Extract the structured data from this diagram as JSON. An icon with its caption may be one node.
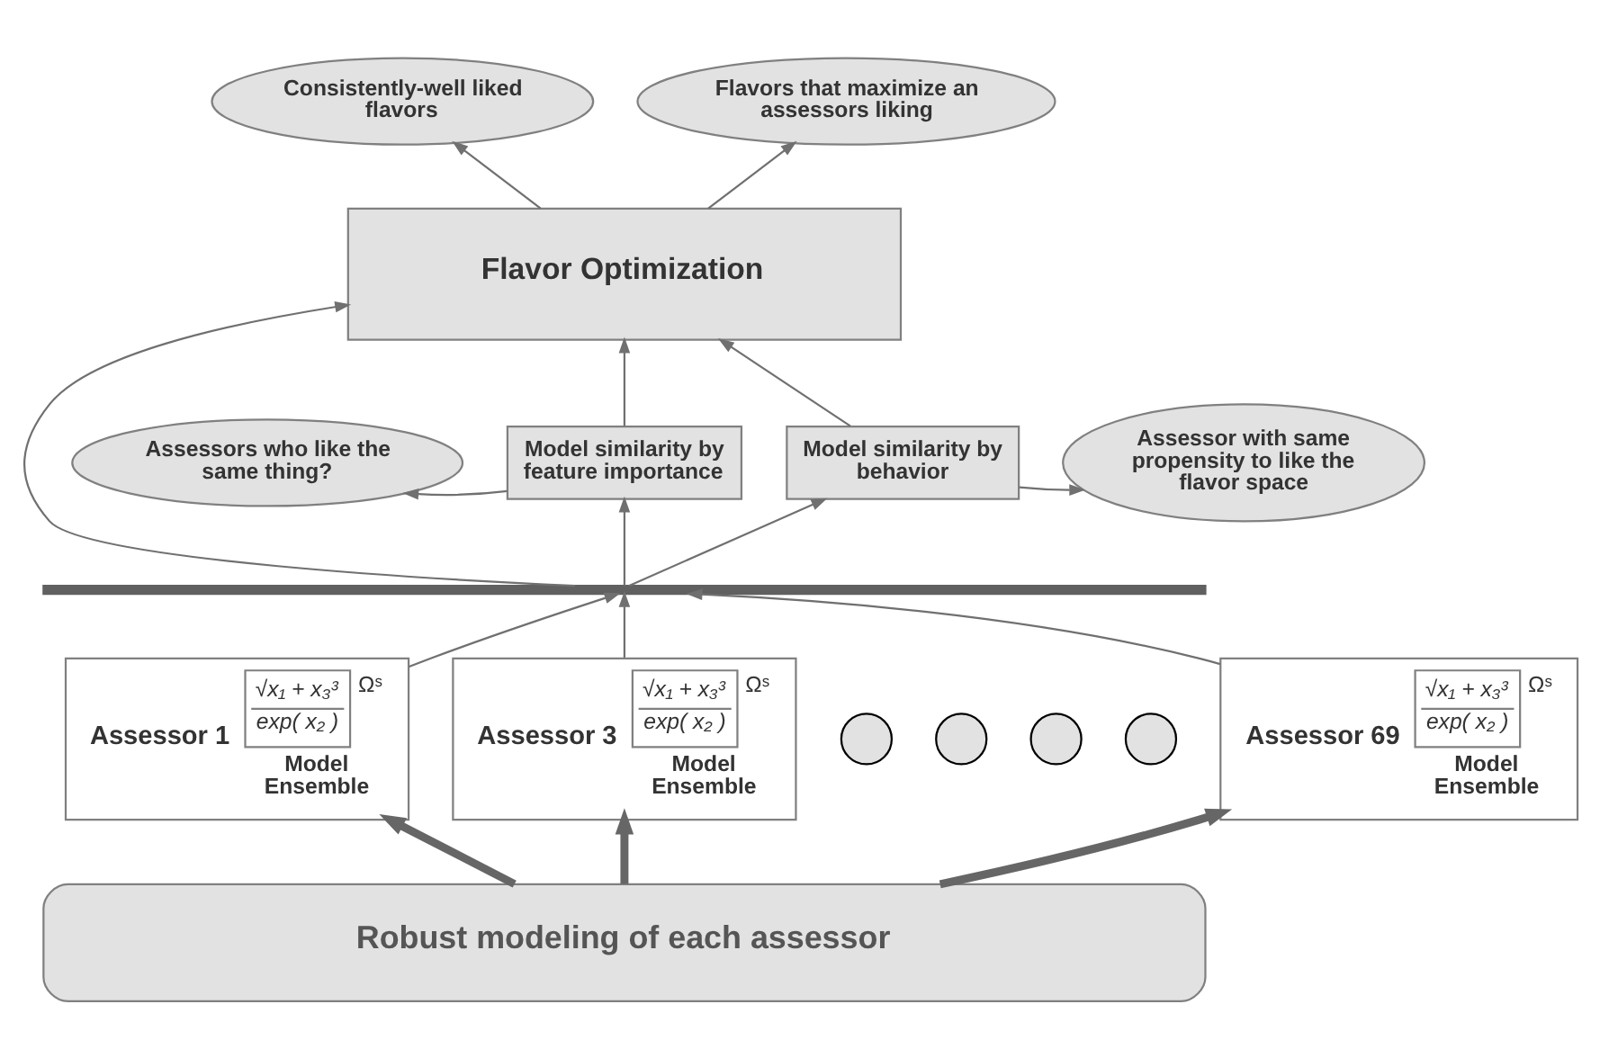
{
  "diagram": {
    "nodes": [
      {
        "text": [
          "Consistently-well liked flavors"
        ]
      },
      {
        "text": [
          "Flavors that maximize an assessors liking"
        ]
      },
      {
        "text": [
          "Flavor Optimization"
        ]
      },
      {
        "text": [
          "Assessors who like the same thing?"
        ]
      },
      {
        "text": [
          "Model similarity by feature importance"
        ]
      },
      {
        "text": [
          "Model similarity by behavior"
        ]
      },
      {
        "text": [
          "Assessor with same propensity to like the flavor space"
        ]
      },
      {
        "text": [],
        "shape": "bar"
      },
      {
        "text": [
          "Assessor 1",
          "√x₁ + x₃³",
          "exp( x₂ )",
          "Ωˢ",
          "Model Ensemble"
        ]
      },
      {
        "text": [
          "Assessor 3",
          "√x₁ + x₃³",
          "exp( x₂ )",
          "Ωˢ",
          "Model Ensemble"
        ]
      },
      {
        "text": [],
        "shape": "circle"
      },
      {
        "text": [],
        "shape": "circle"
      },
      {
        "text": [],
        "shape": "circle"
      },
      {
        "text": [],
        "shape": "circle"
      },
      {
        "text": [
          "Assessor 69",
          "√x₁ + x₃³",
          "exp( x₂ )",
          "Ωˢ",
          "Model Ensemble"
        ]
      },
      {
        "text": [
          "Robust modeling of each assessor"
        ]
      }
    ],
    "edges": [
      {
        "from": 2,
        "to": 0,
        "arrow": "to"
      },
      {
        "from": 2,
        "to": 1,
        "arrow": "to"
      },
      {
        "from": 4,
        "to": 2,
        "arrow": "to"
      },
      {
        "from": 7,
        "to": 2,
        "arrow": "to"
      },
      {
        "from": 5,
        "to": 2,
        "arrow": "to"
      },
      {
        "from": 4,
        "to": 3,
        "arrow": "to"
      },
      {
        "from": 5,
        "to": 6,
        "arrow": "to"
      },
      {
        "from": 7,
        "to": 4,
        "arrow": "to"
      },
      {
        "from": 7,
        "to": 5,
        "arrow": "to"
      },
      {
        "from": 8,
        "to": 7,
        "arrow": "to"
      },
      {
        "from": 9,
        "to": 7,
        "arrow": "to"
      },
      {
        "from": 14,
        "to": 7,
        "arrow": "to"
      },
      {
        "from": 15,
        "to": 8,
        "arrow": "to",
        "style": "thick"
      },
      {
        "from": 15,
        "to": 9,
        "arrow": "to",
        "style": "thick"
      },
      {
        "from": 15,
        "to": 14,
        "arrow": "to",
        "style": "thick"
      }
    ]
  }
}
